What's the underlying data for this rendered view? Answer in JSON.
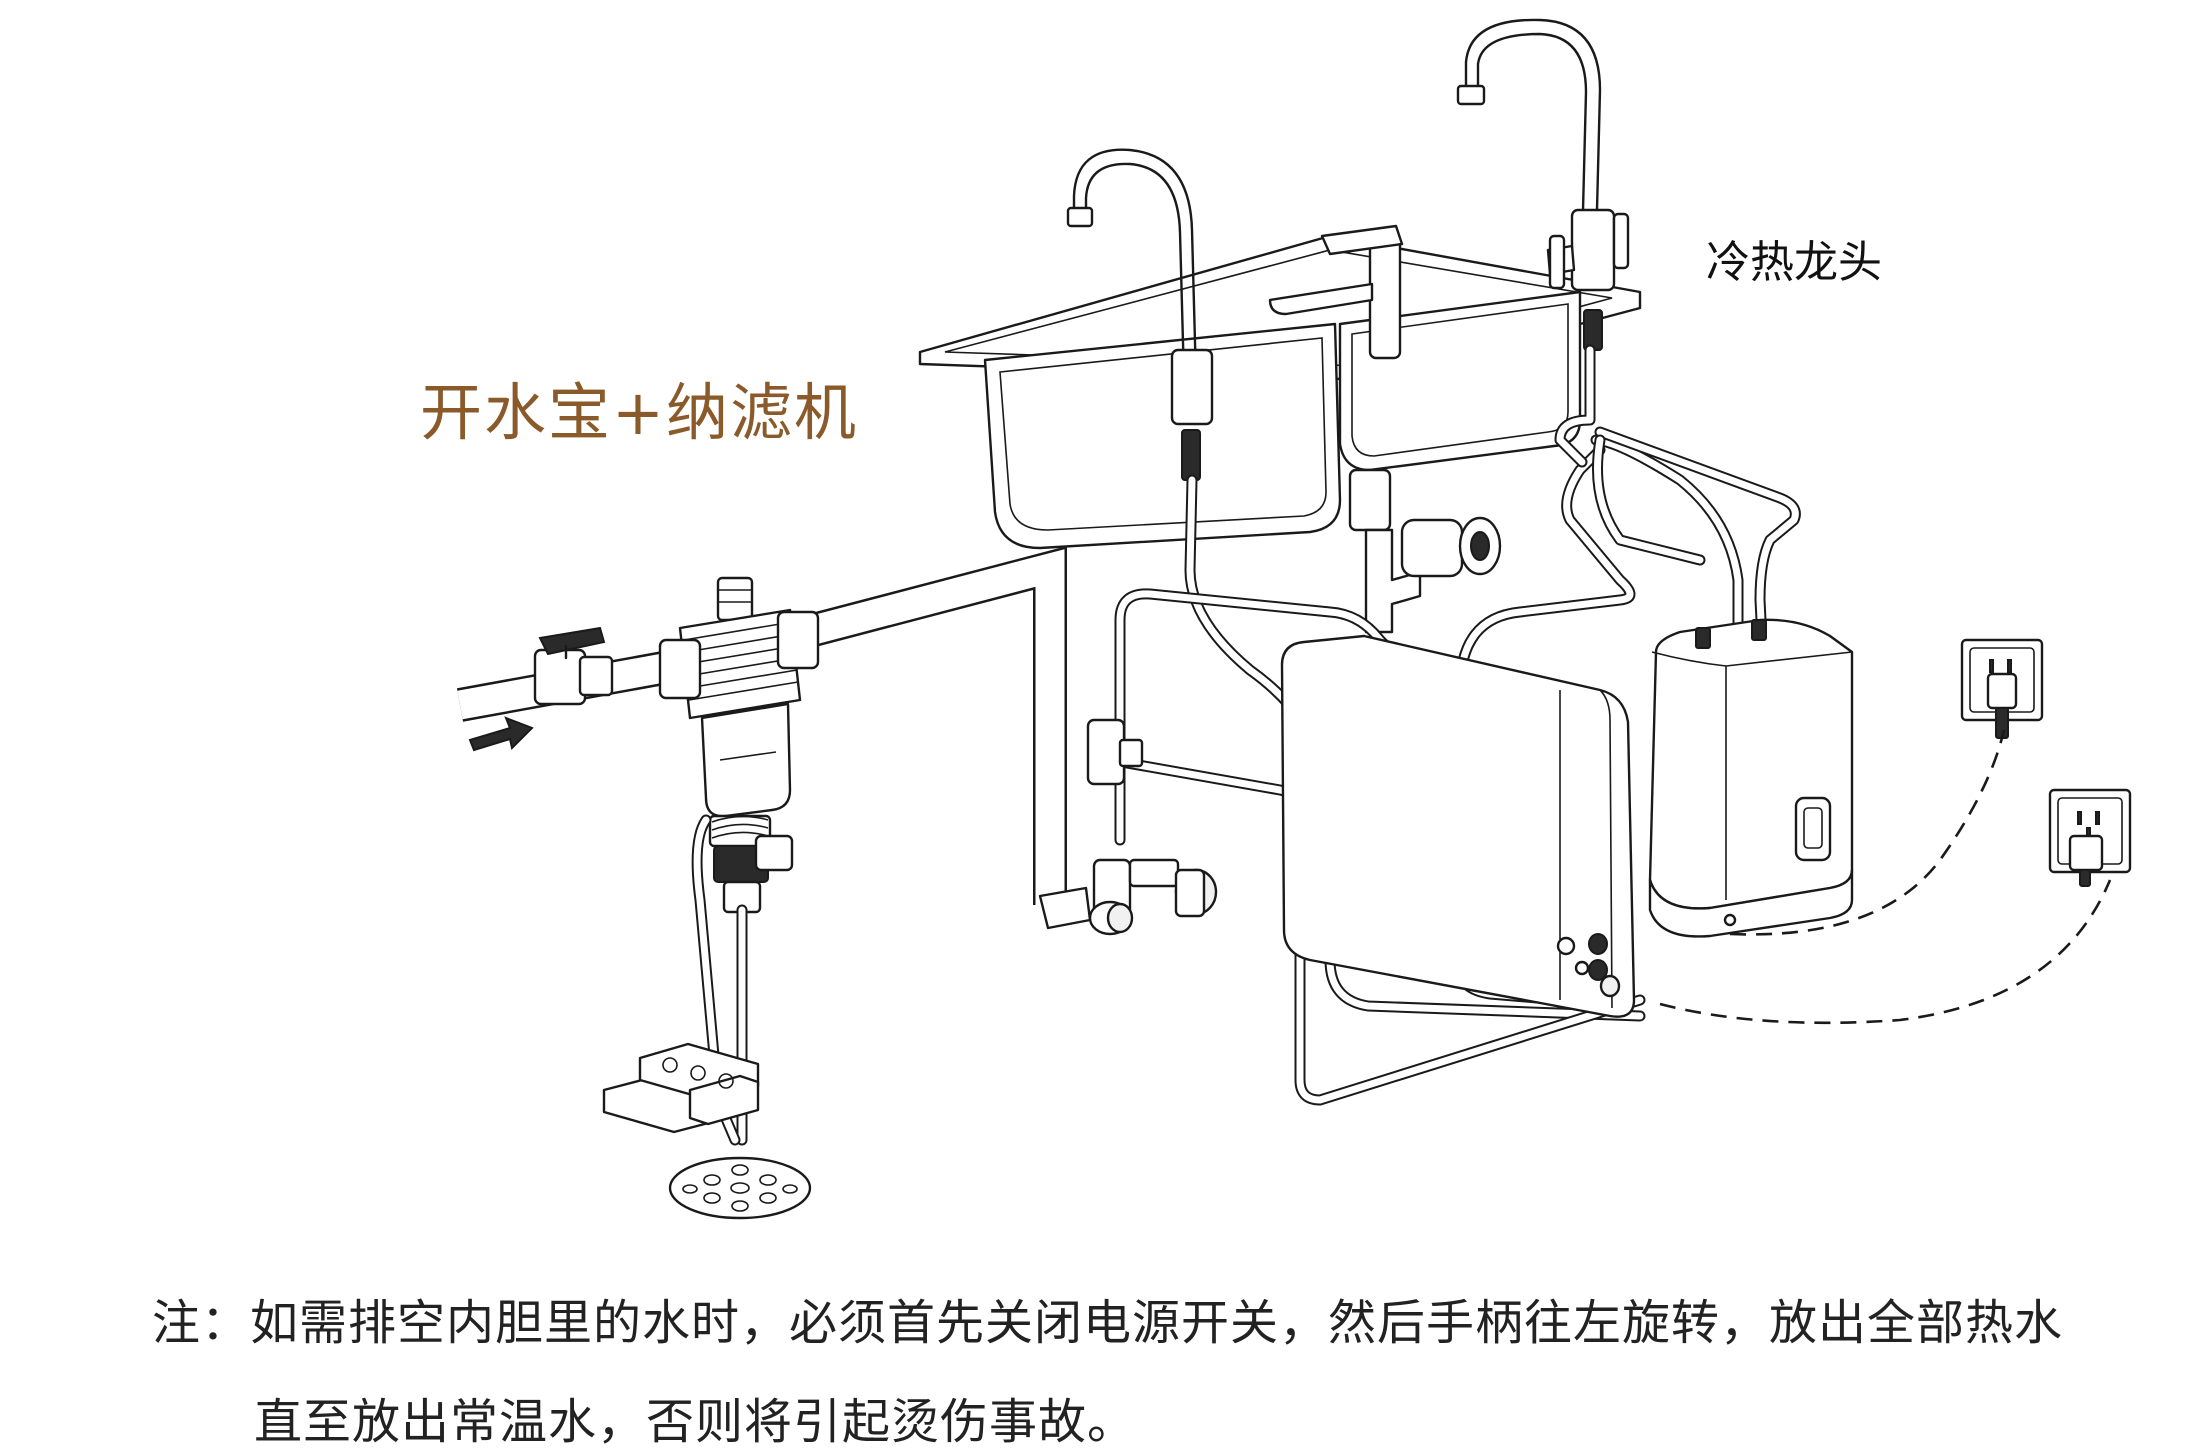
{
  "diagram": {
    "title": "开水宝+纳滤机",
    "faucet_label": "冷热龙头",
    "note_line1": "注：如需排空内胆里的水时，必须首先关闭电源开关，然后手柄往左旋转，放出全部热水",
    "note_line2": "直至放出常温水，否则将引起烫伤事故。"
  },
  "colors": {
    "title": "#8a5a2b",
    "line": "#1a1a1a",
    "background": "#ffffff"
  },
  "icons": [
    "inlet-arrow-icon",
    "wall-socket-icon",
    "power-plug-icon"
  ]
}
